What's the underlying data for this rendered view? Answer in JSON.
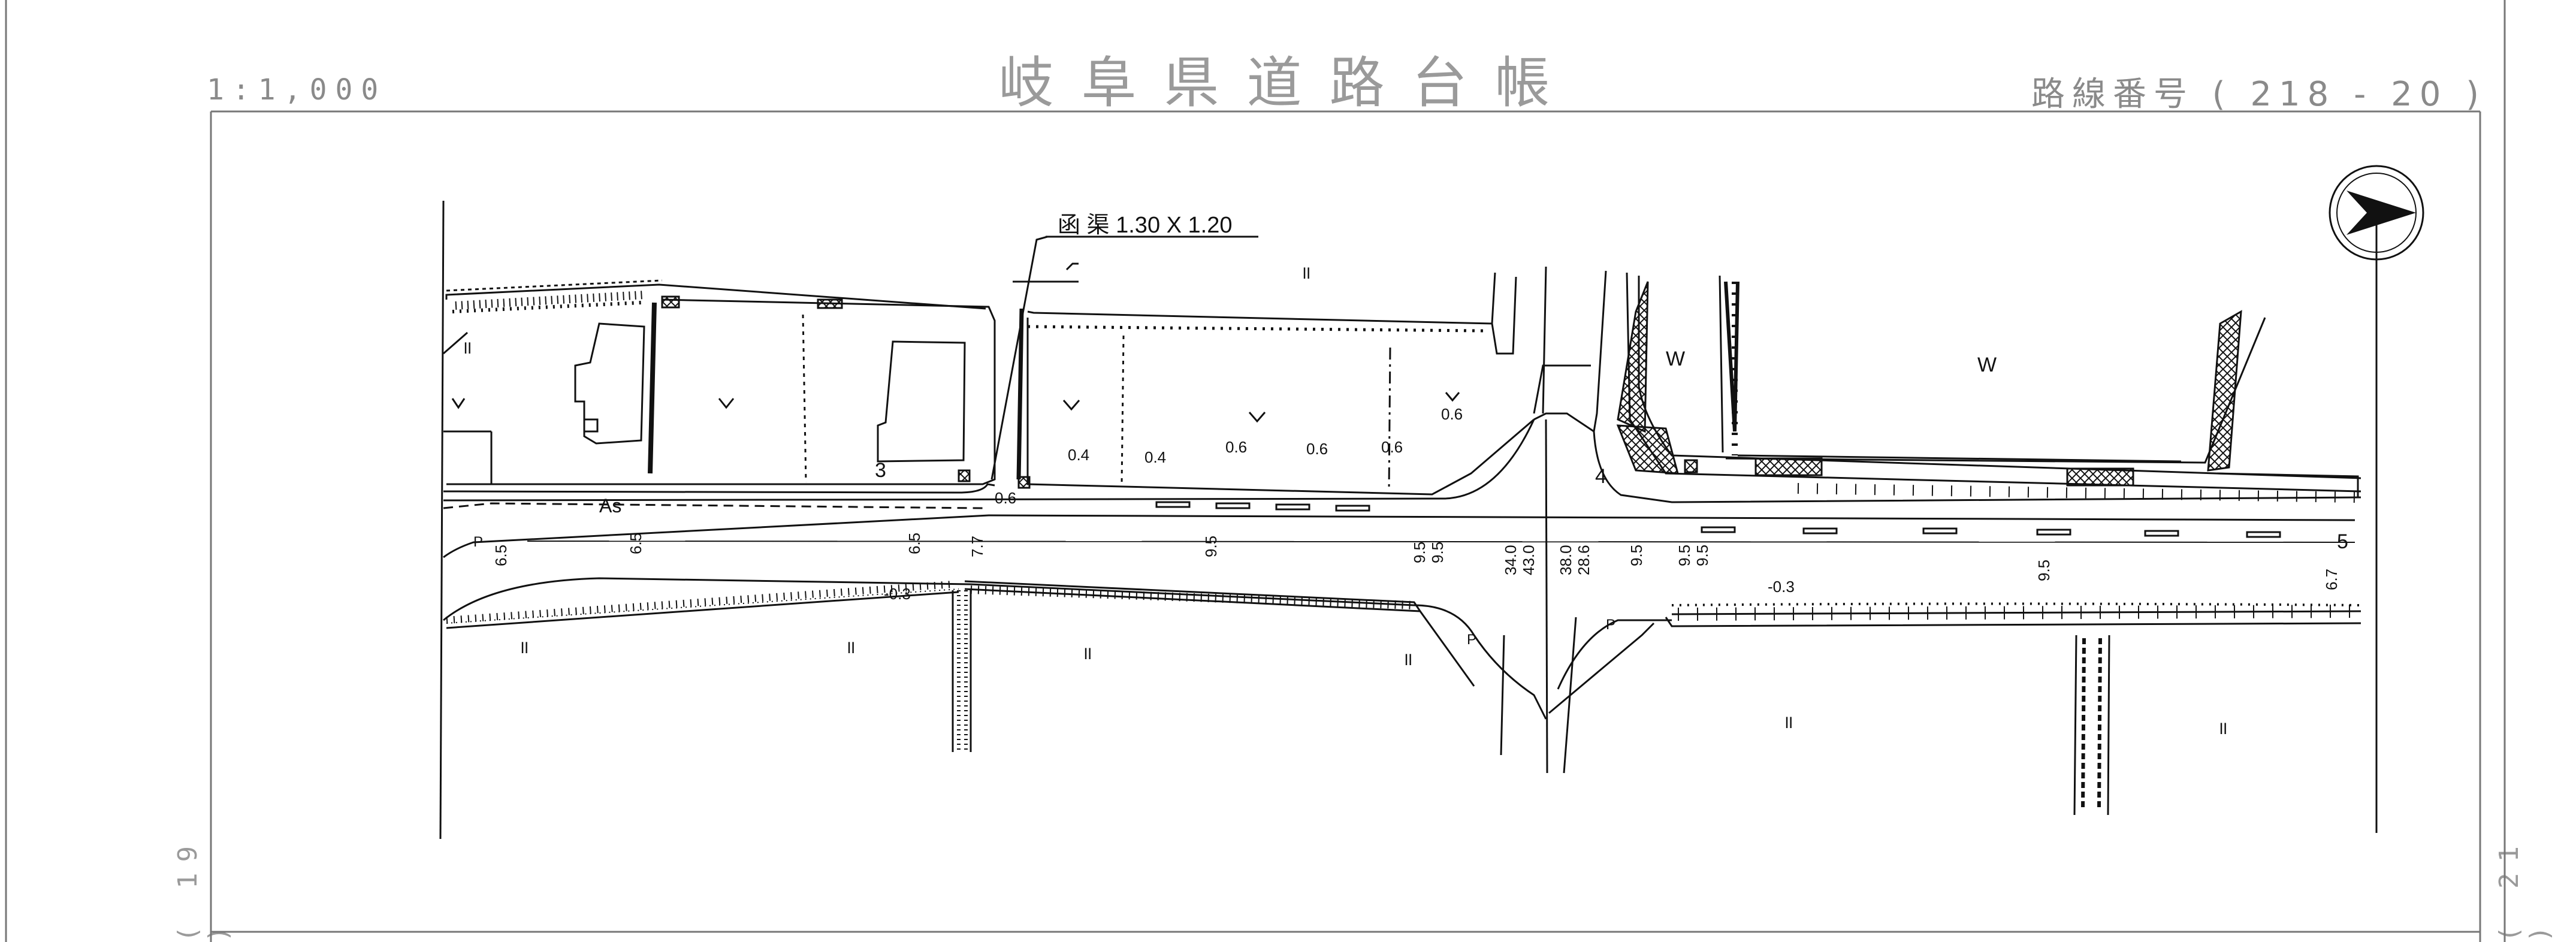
{
  "header": {
    "scale": "1:1,000",
    "title": "岐阜県道路台帳",
    "route_number": "路線番号 ( 218 - 20 )"
  },
  "page_numbers": {
    "left": "( 19 )",
    "right": "( 21 )"
  },
  "map": {
    "culvert_label": "函 渠 1.30 X 1.20",
    "pavement_label": "As",
    "parcel_numbers": [
      "3",
      "4",
      "5"
    ],
    "land_use_symbols": {
      "paddy": "॥",
      "water": "W",
      "upland": "V"
    },
    "spot_heights": [
      "0.4",
      "0.4",
      "0.6",
      "0.6",
      "0.6",
      "0.6",
      "0.6",
      "-0.3",
      "-0.3"
    ],
    "widths": {
      "w1": "6.5",
      "w2": "6.5",
      "w3": "6.5",
      "w4": "7.7",
      "w5": "9.5",
      "w6a": "9.5",
      "w6b": "9.5",
      "w7a": "34.0",
      "w7b": "43.0",
      "w8a": "38.0",
      "w8b": "28.6",
      "w9": "9.5",
      "w10a": "9.5",
      "w10b": "9.5",
      "w11": "9.5",
      "w12": "6.7"
    },
    "utility_pole_label": "P",
    "north_arrow_icon": "north-arrow-icon"
  },
  "colors": {
    "line": "#111111",
    "frame": "#777777",
    "header_text": "#8a8a8a"
  }
}
